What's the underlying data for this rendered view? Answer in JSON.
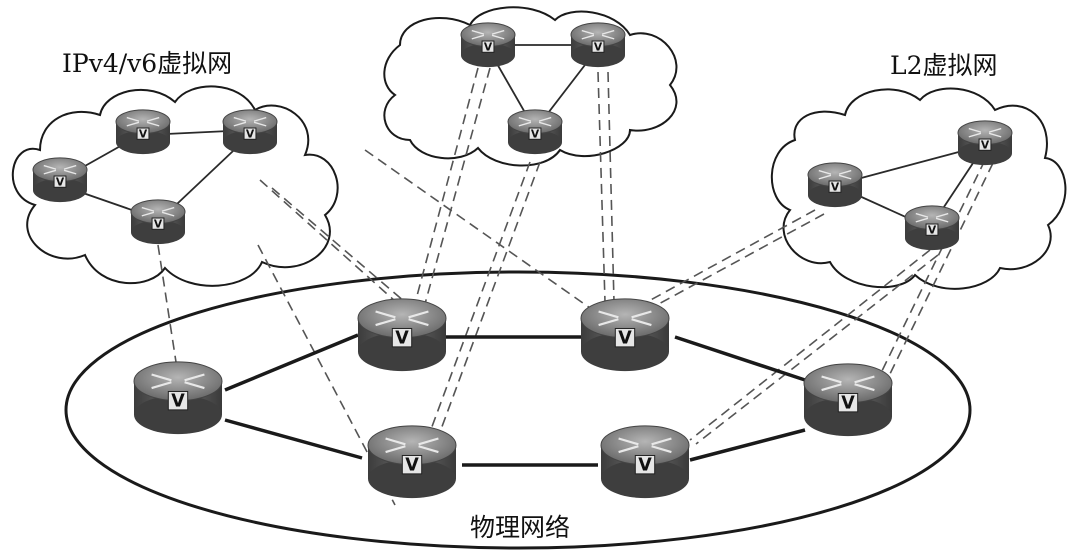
{
  "labels": {
    "ipv_network": "IPv4/v6虚拟网",
    "l2_network": "L2虚拟网",
    "physical_network": "物理网络"
  },
  "router_badge_physical": "V",
  "router_badge_virtual": "V",
  "colors": {
    "router_body": "#5a5a5a",
    "router_top": "#8c8c8c",
    "line": "#2a2a2a",
    "dashed": "#555555"
  }
}
